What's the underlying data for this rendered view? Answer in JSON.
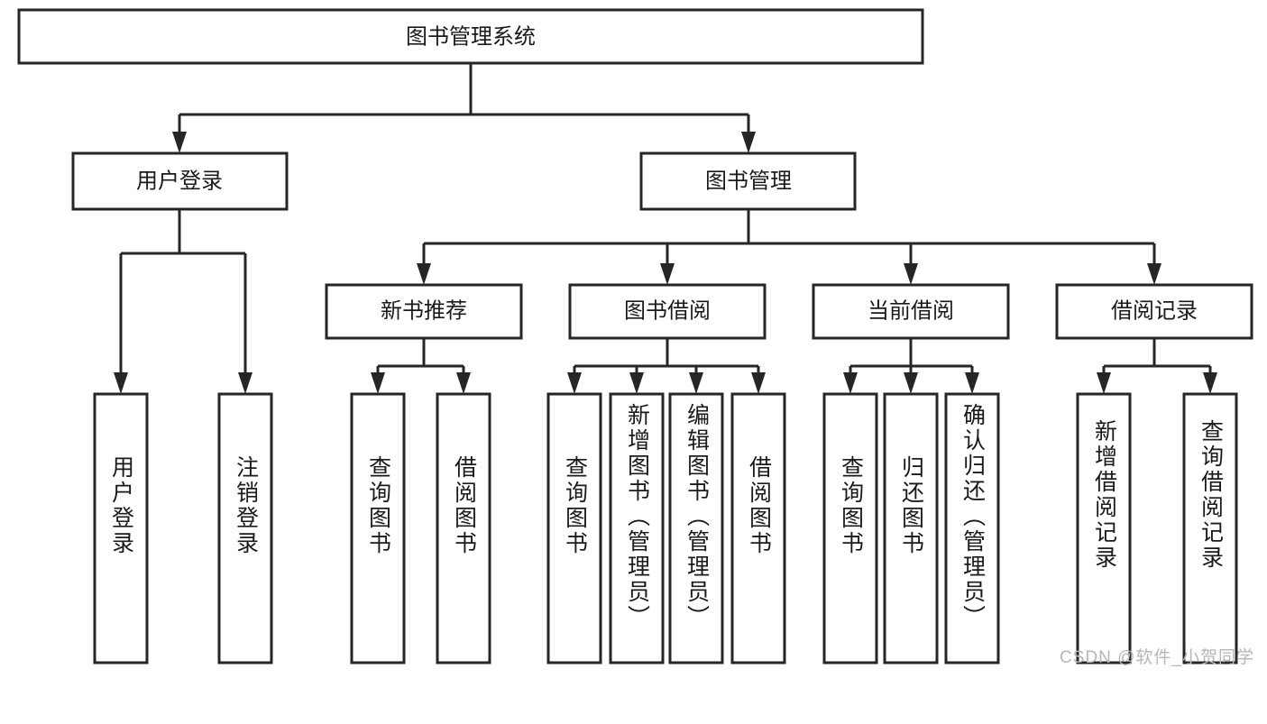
{
  "diagram": {
    "type": "tree-hierarchy-chart",
    "title": "图书管理系统",
    "watermark": "CSDN @软件_小贺同学",
    "colors": {
      "stroke": "#262626",
      "fill": "#ffffff",
      "text": "#1a1a1a",
      "watermark": "#b6b6b6"
    },
    "root": {
      "label": "图书管理系统"
    },
    "level2": [
      {
        "label": "用户登录"
      },
      {
        "label": "图书管理"
      }
    ],
    "level3": [
      {
        "label": "新书推荐"
      },
      {
        "label": "图书借阅"
      },
      {
        "label": "当前借阅"
      },
      {
        "label": "借阅记录"
      }
    ],
    "leaves": {
      "user_login": [
        {
          "label": "用户登录"
        },
        {
          "label": "注销登录"
        }
      ],
      "new_book_recommend": [
        {
          "label": "查询图书"
        },
        {
          "label": "借阅图书"
        }
      ],
      "book_borrow": [
        {
          "label": "查询图书"
        },
        {
          "label": "新增图书（管理员）"
        },
        {
          "label": "编辑图书（管理员）"
        },
        {
          "label": "借阅图书"
        }
      ],
      "current_borrow": [
        {
          "label": "查询图书"
        },
        {
          "label": "归还图书"
        },
        {
          "label": "确认归还（管理员）"
        }
      ],
      "borrow_record": [
        {
          "label": "新增借阅记录"
        },
        {
          "label": "查询借阅记录"
        }
      ]
    }
  }
}
